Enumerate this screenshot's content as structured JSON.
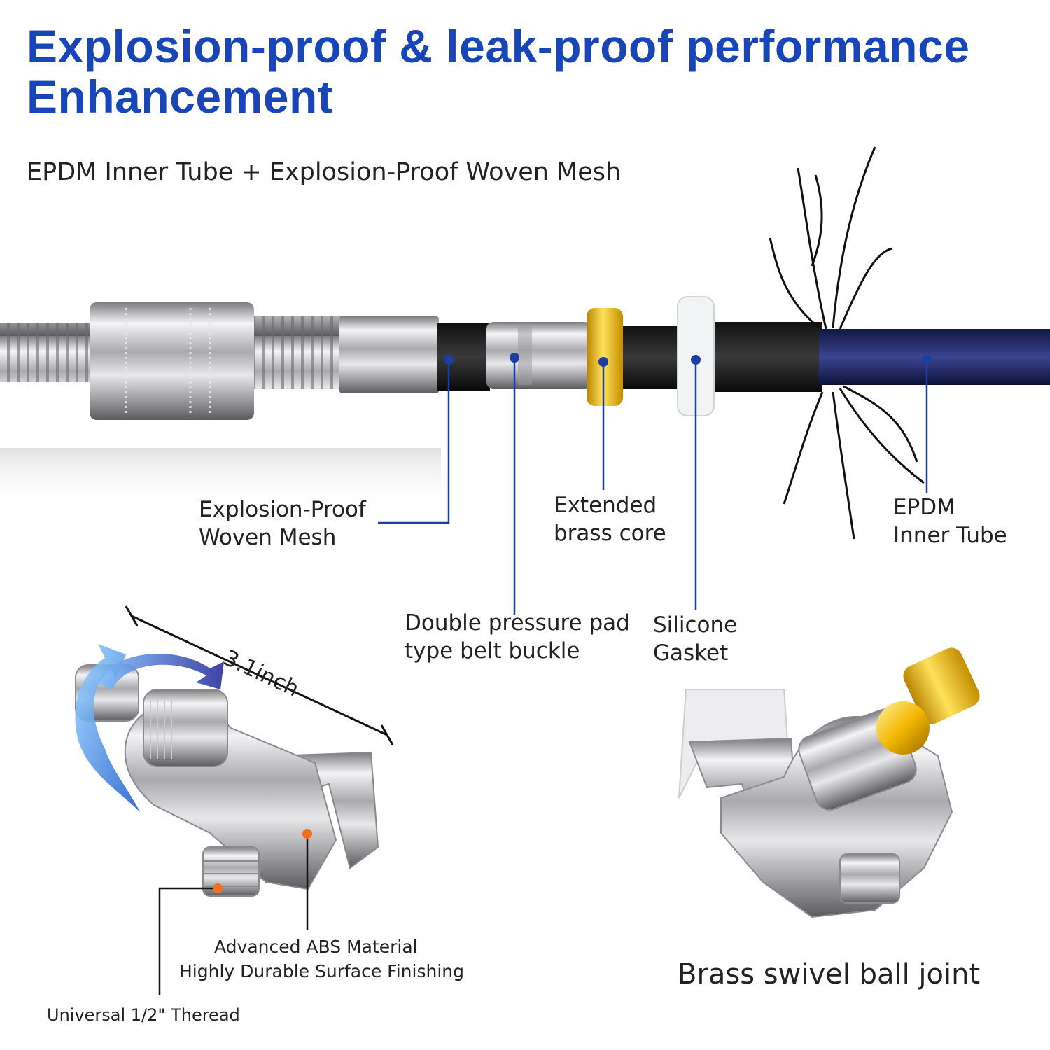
{
  "header": {
    "title_line1": "Explosion-proof & leak-proof performance",
    "title_line2": "Enhancement",
    "subtitle": "EPDM Inner Tube + Explosion-Proof Woven Mesh"
  },
  "hose_callouts": {
    "woven_mesh": [
      "Explosion-Proof",
      "Woven Mesh"
    ],
    "brass_core": [
      "Extended",
      "brass core"
    ],
    "inner_tube": [
      "EPDM",
      "Inner Tube"
    ],
    "belt_buckle": [
      "Double pressure pad",
      "type belt buckle"
    ],
    "gasket": [
      "Silicone",
      "Gasket"
    ]
  },
  "bracket": {
    "dimension": "3.1inch",
    "material_line1": "Advanced  ABS Material",
    "material_line2": "Highly Durable Surface Finishing",
    "thread": "Universal 1/2\" Theread",
    "ball_joint": "Brass swivel ball joint"
  },
  "colors": {
    "title_blue": "#1846b8",
    "callout_blue": "#1c3f9e",
    "callout_orange": "#f07020",
    "brass_gold": "#f2b800"
  }
}
